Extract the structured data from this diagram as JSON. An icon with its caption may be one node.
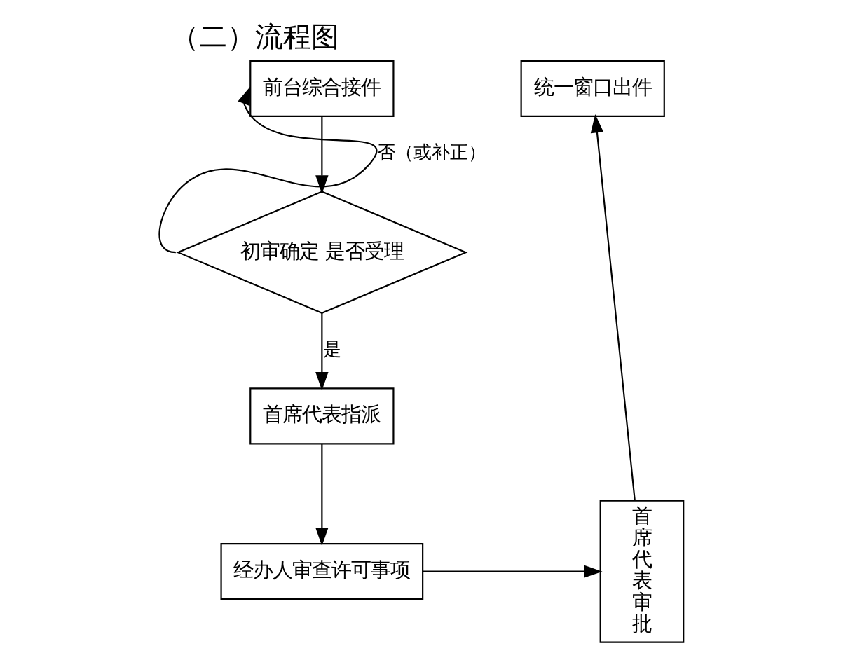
{
  "diagram": {
    "title": "（二）流程图",
    "nodes": [
      {
        "text": [
          "前台综合接件"
        ]
      },
      {
        "text": [
          "初审确定 是否受理"
        ]
      },
      {
        "text": [
          "首席代表指派"
        ]
      },
      {
        "text": [
          "经办人审查许可事项"
        ]
      },
      {
        "text": [
          "首席代表审批"
        ]
      },
      {
        "text": [
          "统一窗口出件"
        ]
      }
    ],
    "edges": [
      {
        "from": 0,
        "to": 1,
        "arrow": "to"
      },
      {
        "from": 1,
        "to": 0,
        "arrow": "to",
        "label": "否（或补正）"
      },
      {
        "from": 1,
        "to": 2,
        "arrow": "to",
        "label": "是"
      },
      {
        "from": 2,
        "to": 3,
        "arrow": "to"
      },
      {
        "from": 3,
        "to": 4,
        "arrow": "to"
      },
      {
        "from": 4,
        "to": 5,
        "arrow": "to"
      }
    ]
  }
}
